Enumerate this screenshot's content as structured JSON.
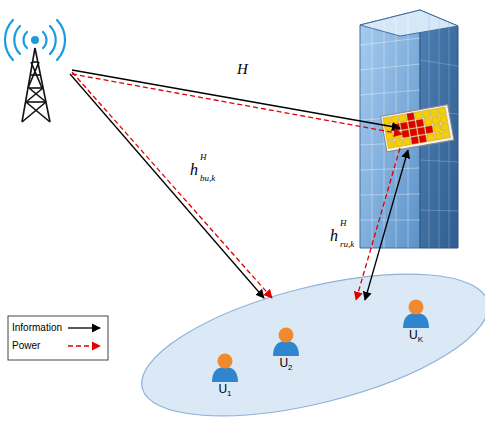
{
  "diagram": {
    "nodes": [
      {
        "text": [
          "U",
          "1"
        ]
      },
      {
        "text": [
          "U",
          "2"
        ]
      },
      {
        "text": [
          "U",
          "K"
        ]
      }
    ],
    "labels": [
      "H",
      "h",
      "bu,k",
      "H",
      "h",
      "ru,k",
      "H"
    ],
    "legend": [
      {
        "text": "Information"
      },
      {
        "text": "Power"
      }
    ]
  }
}
